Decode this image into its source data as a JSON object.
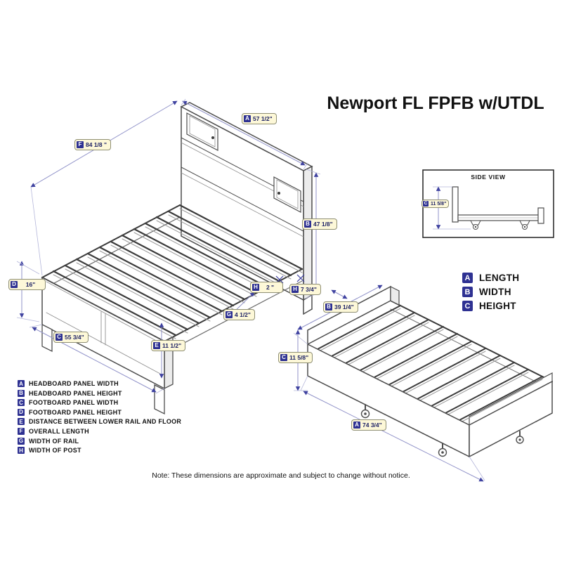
{
  "title": "Newport FL FPFB w/UTDL",
  "note": "Note:  These dimensions are approximate and subject to change without notice.",
  "side_view": {
    "title": "SIDE VIEW",
    "label": {
      "letter": "C",
      "value": "11 5/8\""
    }
  },
  "main_bed": {
    "labels": [
      {
        "letter": "A",
        "value": "57 1/2\""
      },
      {
        "letter": "F",
        "value": "84 1/8 \""
      },
      {
        "letter": "B",
        "value": "47 1/8\""
      },
      {
        "letter": "D",
        "value": "16\""
      },
      {
        "letter": "H",
        "value": "2 \""
      },
      {
        "letter": "H",
        "value": "7 3/4\""
      },
      {
        "letter": "G",
        "value": "4 1/2\""
      },
      {
        "letter": "C",
        "value": "55 3/4\""
      },
      {
        "letter": "E",
        "value": "11 1/2\""
      }
    ]
  },
  "trundle": {
    "labels": [
      {
        "letter": "B",
        "value": "39 1/4\""
      },
      {
        "letter": "C",
        "value": "11 5/8\""
      },
      {
        "letter": "A",
        "value": "74 3/4\""
      }
    ]
  },
  "size_legend": [
    {
      "letter": "A",
      "label": "LENGTH"
    },
    {
      "letter": "B",
      "label": "WIDTH"
    },
    {
      "letter": "C",
      "label": "HEIGHT"
    }
  ],
  "dimension_legend": [
    {
      "letter": "A",
      "label": "HEADBOARD PANEL WIDTH"
    },
    {
      "letter": "B",
      "label": "HEADBOARD PANEL HEIGHT"
    },
    {
      "letter": "C",
      "label": "FOOTBOARD PANEL WIDTH"
    },
    {
      "letter": "D",
      "label": "FOOTBOARD PANEL HEIGHT"
    },
    {
      "letter": "E",
      "label": "DISTANCE BETWEEN LOWER RAIL AND FLOOR"
    },
    {
      "letter": "F",
      "label": "OVERALL LENGTH"
    },
    {
      "letter": "G",
      "label": "WIDTH OF RAIL"
    },
    {
      "letter": "H",
      "label": "WIDTH OF POST"
    }
  ],
  "colors": {
    "badge_navy": "#2e3192",
    "dim_line": "#9193c9",
    "pill_bg": "#fdf8d8"
  }
}
